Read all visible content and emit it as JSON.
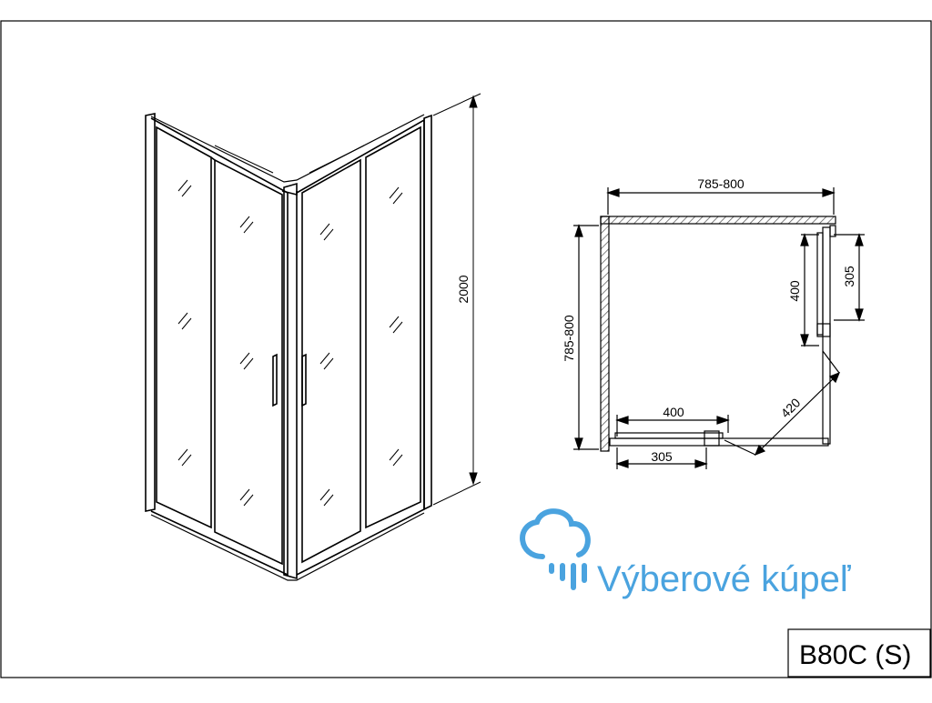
{
  "drawing": {
    "total_height_label": "2000",
    "plan": {
      "width_label": "785-800",
      "depth_label": "785-800",
      "door_side_label": "400",
      "door_side_inner_label": "305",
      "door_front_label": "400",
      "door_front_inner_label": "305",
      "diagonal_label": "420"
    },
    "watermark": "Výberové kúpeľ",
    "model_code": "B80C (S)"
  },
  "colors": {
    "line": "#000000",
    "watermark": "#4aa3df",
    "hatch": "#555555"
  }
}
